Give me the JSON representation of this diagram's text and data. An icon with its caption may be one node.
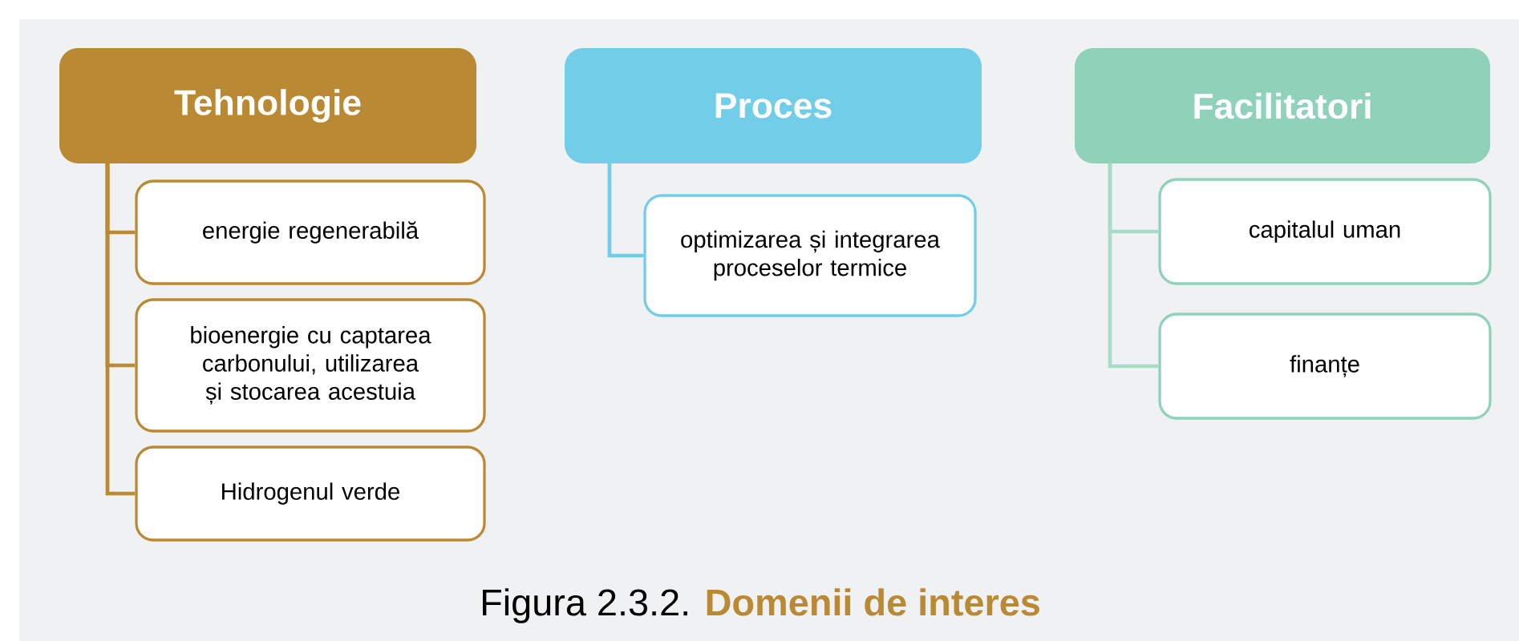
{
  "diagram": {
    "caption": "Figura 2.3.2. **Domenii de interes**",
    "nodes": [
      {
        "text": [
          "Tehnologie"
        ]
      },
      {
        "text": [
          "energie regenerabilă"
        ]
      },
      {
        "text": [
          "bioenergie cu captarea carbonului, utilizarea și stocarea acestuia"
        ]
      },
      {
        "text": [
          "Hidrogenul verde"
        ]
      },
      {
        "text": [
          "Proces"
        ]
      },
      {
        "text": [
          "optimizarea și integrarea proceselor termice"
        ]
      },
      {
        "text": [
          "Facilitatori"
        ]
      },
      {
        "text": [
          "capitalul uman"
        ]
      },
      {
        "text": [
          "finanțe"
        ]
      }
    ],
    "edges": [
      {
        "from": 0,
        "to": 1,
        "arrow": "none"
      },
      {
        "from": 0,
        "to": 2,
        "arrow": "none"
      },
      {
        "from": 0,
        "to": 3,
        "arrow": "none"
      },
      {
        "from": 4,
        "to": 5,
        "arrow": "none",
        "color": "#72cde8"
      },
      {
        "from": 6,
        "to": 7,
        "arrow": "none",
        "color": "#a8dbc8"
      },
      {
        "from": 6,
        "to": 8,
        "arrow": "none",
        "color": "#a8dbc8"
      }
    ]
  }
}
